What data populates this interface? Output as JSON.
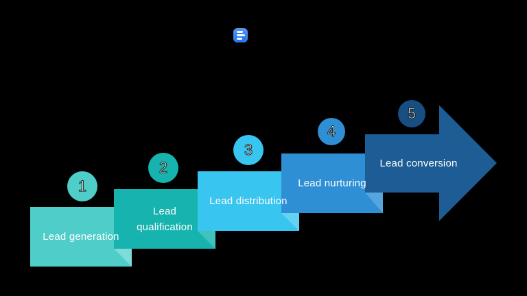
{
  "canvas": {
    "background": "#000000"
  },
  "logo": {
    "name": "slidebean-logo",
    "color_top": "#3FA2FF",
    "color": "#2377F2"
  },
  "diagram": {
    "type": "staircase-process",
    "steps": [
      {
        "number": "1",
        "label": "Lead generation",
        "color": "#4FCDC9",
        "fold_color": "#7CDCD8",
        "circle_color": "#4FCDC9"
      },
      {
        "number": "2",
        "label": "Lead qualification",
        "color": "#17B3AE",
        "fold_color": "#41C2BC",
        "circle_color": "#17B3AE"
      },
      {
        "number": "3",
        "label": "Lead distribution",
        "color": "#38C5EF",
        "fold_color": "#65D1F3",
        "circle_color": "#38C5EF"
      },
      {
        "number": "4",
        "label": "Lead nurturing",
        "color": "#2F8FD5",
        "fold_color": "#55A6DF",
        "circle_color": "#2F8FD5"
      },
      {
        "number": "5",
        "label": "Lead conversion",
        "color": "#1D5C94",
        "fold_color": "#1D5C94",
        "circle_color": "#174F83"
      }
    ],
    "text_color": "#FFFFFF",
    "number_text_color": "#FFFFFF"
  }
}
